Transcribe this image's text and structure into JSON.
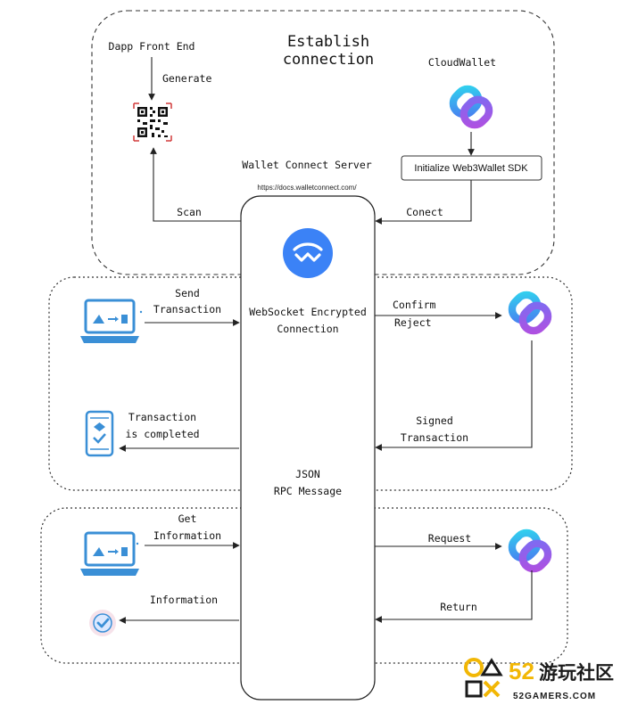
{
  "establish": {
    "title_line1": "Establish",
    "title_line2": "connection",
    "dapp_label": "Dapp Front End",
    "generate_label": "Generate",
    "cloudwallet_label": "CloudWallet",
    "sdk_label": "Initialize Web3Wallet SDK",
    "server_label": "Wallet Connect Server",
    "server_url": "https://docs.walletconnect.com/",
    "scan_label": "Scan",
    "connect_label": "Conect"
  },
  "server": {
    "ws_line1": "WebSocket Encrypted",
    "ws_line2": "Connection",
    "json_line1": "JSON",
    "json_line2": "RPC Message"
  },
  "transaction": {
    "send_line1": "Send",
    "send_line2": "Transaction",
    "confirm_label": "Confirm",
    "reject_label": "Reject",
    "signed_line1": "Signed",
    "signed_line2": "Transaction",
    "completed_line1": "Transaction",
    "completed_line2": "is completed"
  },
  "information": {
    "get_line1": "Get",
    "get_line2": "Information",
    "request_label": "Request",
    "return_label": "Return",
    "info_label": "Information"
  },
  "watermark": {
    "number": "52",
    "chinese": "游玩社区",
    "site": "52GAMERS.COM"
  },
  "icons": {
    "qr": "qr-code-icon",
    "cloudwallet": "cloudwallet-logo-icon",
    "walletconnect": "walletconnect-logo-icon",
    "laptop": "laptop-icon",
    "phone": "phone-icon",
    "check": "check-badge-icon"
  },
  "colors": {
    "walletconnect_blue": "#3b82f6",
    "laptop_blue": "#3a8fd6",
    "cloud_cyan": "#22c7e6",
    "cloud_purple": "#9b5de5"
  }
}
